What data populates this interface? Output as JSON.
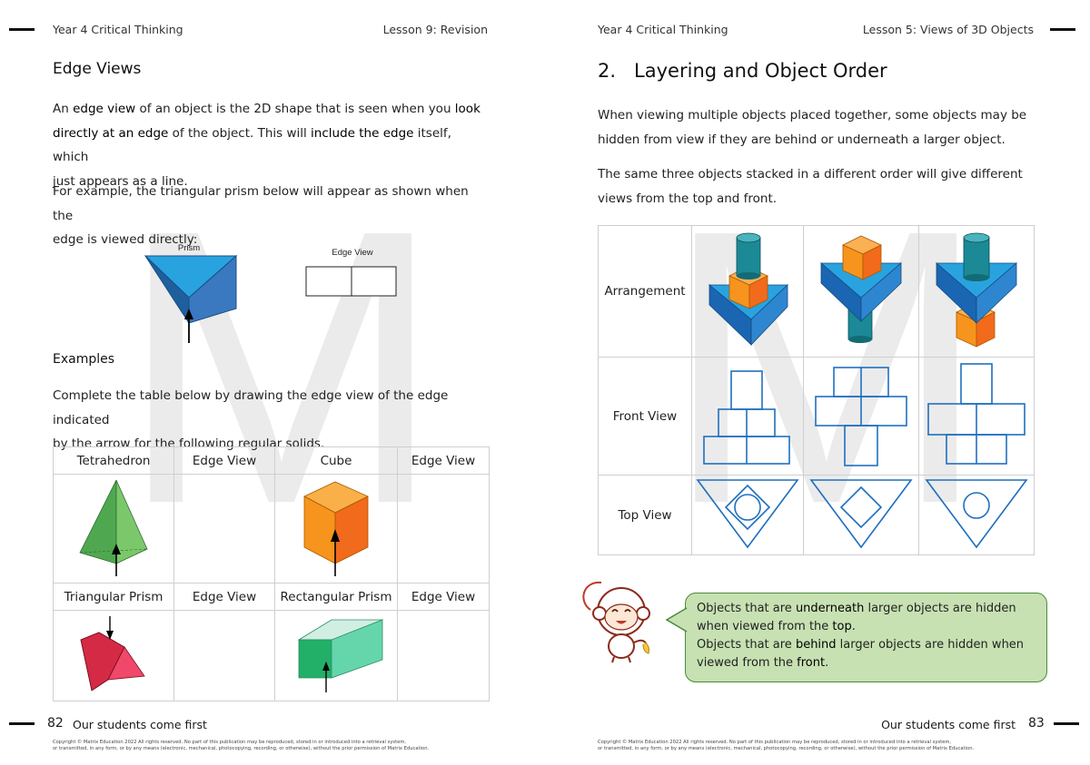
{
  "left_page": {
    "header_left": "Year 4 Critical Thinking",
    "header_right": "Lesson 9: Revision",
    "section_title": "Edge Views",
    "para1": {
      "t1": "An ",
      "b1": "edge view",
      "t2": " of an object is the 2D shape that is seen when you ",
      "b2": "look",
      "b3": "directly at an edge",
      "t3": " of the object. This will ",
      "b4": "include the edge",
      "t4": " itself, which",
      "t5": "just appears as a line."
    },
    "para2_line1": "For example, the triangular prism below will appear as shown when the",
    "para2_line2": "edge is viewed directly:",
    "prism_label": "Prism",
    "edge_view_label": "Edge View",
    "examples_title": "Examples",
    "examples_line1": "Complete the table below by drawing the edge view of the edge indicated",
    "examples_line2": "by the arrow for the following regular solids.",
    "table_headers_row1": [
      "Tetrahedron",
      "Edge View",
      "Cube",
      "Edge View"
    ],
    "table_headers_row2": [
      "Triangular Prism",
      "Edge View",
      "Rectangular Prism",
      "Edge View"
    ],
    "page_number": "82",
    "slogan": "Our students come first",
    "copyright_line1": "Copyright © Matrix Education 2022 All rights reserved. No part of this publication may be reproduced, stored in or introduced into a retrieval system,",
    "copyright_line2": "or transmitted, in any form, or by any means (electronic, mechanical, photocopying, recording, or otherwise), without the prior permission of Matrix Education."
  },
  "right_page": {
    "header_left": "Year 4 Critical Thinking",
    "header_right": "Lesson 5: Views of 3D Objects",
    "section_title": "2.   Layering and Object Order",
    "para1_line1": "When viewing multiple objects placed together, some objects may be",
    "para1_line2": "hidden from view if they are behind or underneath a larger object.",
    "para2_line1": "The same three objects stacked in a different order will give different",
    "para2_line2": "views from the top and front.",
    "row_labels": [
      "Arrangement",
      "Front View",
      "Top View"
    ],
    "bubble": {
      "l1a": "Objects that are ",
      "l1b": "underneath",
      "l1c": " larger objects are hidden",
      "l2a": "when viewed from the ",
      "l2b": "top",
      "l2c": ".",
      "l3a": "Objects that are ",
      "l3b": "behind",
      "l3c": " larger objects are hidden when",
      "l4a": "viewed from the ",
      "l4b": "front",
      "l4c": "."
    },
    "page_number": "83",
    "slogan": "Our students come first",
    "copyright_line1": "Copyright © Matrix Education 2022 All rights reserved. No part of this publication may be reproduced, stored in or introduced into a retrieval system,",
    "copyright_line2": "or transmitted, in any form, or by any means (electronic, mechanical, photocopying, recording, or otherwise), without the prior permission of Matrix Education."
  },
  "colors": {
    "prism_blue": "#29a3e0",
    "outline_blue": "#1f6fbf",
    "cube_orange": "#f7941d",
    "cylinder_teal": "#1b7f8c",
    "tetra_green": "#5cb85c",
    "prism_red": "#e0304e",
    "box_mint": "#7ed9b8",
    "bubble_green": "#c7e1b2"
  }
}
